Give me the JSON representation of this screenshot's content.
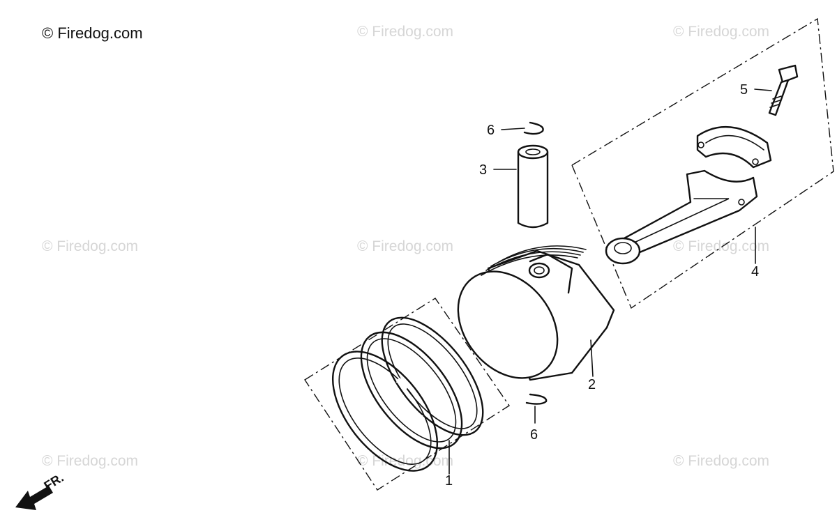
{
  "watermarks": {
    "main": "© Firedog.com",
    "faint": "© Firedog.com"
  },
  "callouts": {
    "ring_set": "1",
    "piston": "2",
    "piston_pin": "3",
    "connecting_rod": "4",
    "rod_bolt": "5",
    "pin_clip_upper": "6",
    "pin_clip_lower": "6"
  },
  "direction": {
    "label": "FR."
  },
  "icons": {
    "direction_arrow": "arrow-down-left-icon"
  },
  "colors": {
    "ink": "#111111",
    "watermark": "#d6d6d6",
    "background": "#ffffff"
  }
}
